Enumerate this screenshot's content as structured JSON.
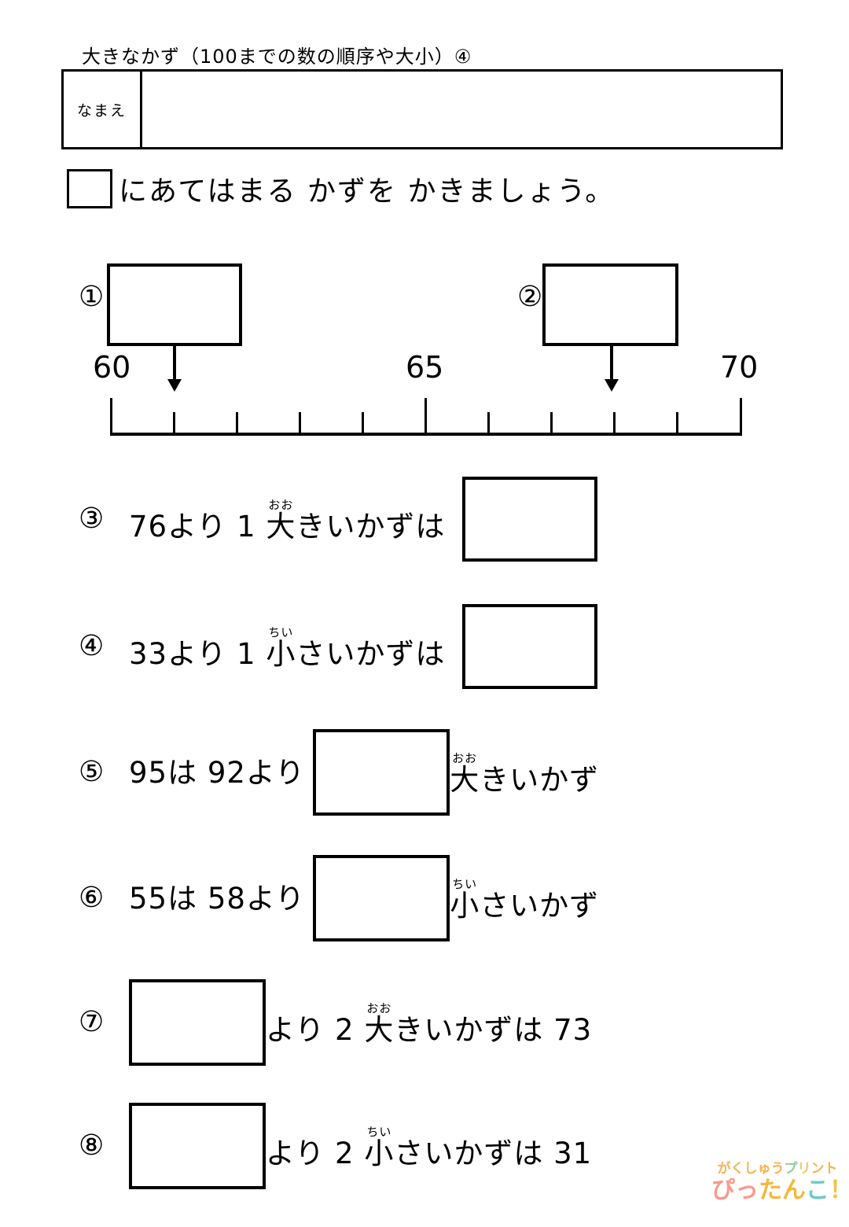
{
  "title": "大きなかず（100までの数の順序や大小）④",
  "name_field": {
    "label": "なまえ",
    "value": ""
  },
  "instruction": {
    "box_placeholder": "",
    "text": "にあてはまる かずを かきましょう。"
  },
  "numberline": {
    "q1_number": "①",
    "q2_number": "②",
    "q1_answer": "",
    "q2_answer": "",
    "label_start": "60",
    "label_middle": "65",
    "label_end": "70",
    "q1_arrow_value": 61,
    "q2_arrow_value": 68,
    "range_min": 60,
    "range_max": 70
  },
  "problems": [
    {
      "num": "③",
      "pre_text": "76より 1 ",
      "ruby_base": "大",
      "ruby_text": "おお",
      "post_text": "きいかずは",
      "answer": "",
      "layout": "answer-last"
    },
    {
      "num": "④",
      "pre_text": "33より 1 ",
      "ruby_base": "小",
      "ruby_text": "ちい",
      "post_text": "さいかずは",
      "answer": "",
      "layout": "answer-last"
    },
    {
      "num": "⑤",
      "pre_text": "95は 92より",
      "ruby_base": "大",
      "ruby_text": "おお",
      "post_text": "きいかず",
      "answer": "",
      "layout": "answer-middle"
    },
    {
      "num": "⑥",
      "pre_text": "55は 58より",
      "ruby_base": "小",
      "ruby_text": "ちい",
      "post_text": "さいかず",
      "answer": "",
      "layout": "answer-middle"
    },
    {
      "num": "⑦",
      "pre_text": "より 2 ",
      "ruby_base": "大",
      "ruby_text": "おお",
      "post_text": "きいかずは 73",
      "answer": "",
      "layout": "answer-first"
    },
    {
      "num": "⑧",
      "pre_text": "より 2 ",
      "ruby_base": "小",
      "ruby_text": "ちい",
      "post_text": "さいかずは 31",
      "answer": "",
      "layout": "answer-first"
    }
  ],
  "logo": {
    "line1_chars": [
      {
        "ch": "が",
        "color": "#f6b352"
      },
      {
        "ch": "く",
        "color": "#f6b352"
      },
      {
        "ch": "し",
        "color": "#f6b352"
      },
      {
        "ch": "ゅ",
        "color": "#f6b352"
      },
      {
        "ch": "う",
        "color": "#f6b352"
      },
      {
        "ch": "プ",
        "color": "#8fcf9e"
      },
      {
        "ch": "リ",
        "color": "#f3c96b"
      },
      {
        "ch": "ン",
        "color": "#f6b352"
      },
      {
        "ch": "ト",
        "color": "#f6b352"
      }
    ],
    "line2_chars": [
      {
        "ch": "ぴ",
        "color": "#f79a8e"
      },
      {
        "ch": "っ",
        "color": "#f79a8e"
      },
      {
        "ch": "た",
        "color": "#f5b83d"
      },
      {
        "ch": "ん",
        "color": "#f5b83d"
      },
      {
        "ch": "こ",
        "color": "#6ecbc4"
      },
      {
        "ch": "！",
        "color": "#f5c243"
      }
    ],
    "line1_text": "がくしゅうプリント",
    "line2_text": "ぴったんこ！"
  },
  "colors": {
    "ink": "#000000",
    "paper": "#ffffff",
    "logo_orange": "#f6b352",
    "logo_green": "#8fcf9e",
    "logo_pink": "#f79a8e",
    "logo_teal": "#6ecbc4",
    "logo_yellow": "#f5c243"
  }
}
